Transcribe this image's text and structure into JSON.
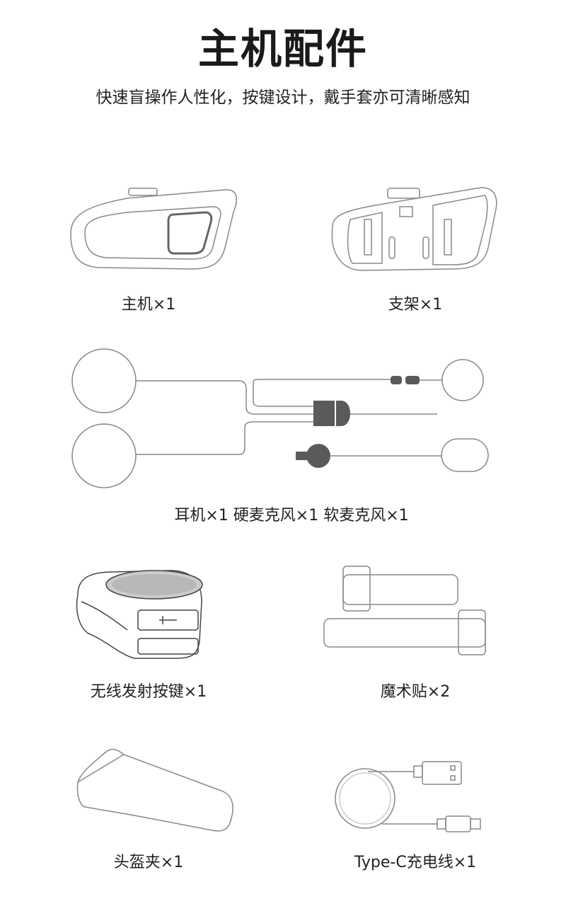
{
  "header": {
    "title": "主机配件",
    "subtitle": "快速盲操作人性化，按键设计，戴手套亦可清晰感知"
  },
  "items": [
    {
      "label": "主机×1",
      "icon": "host-device"
    },
    {
      "label": "支架×1",
      "icon": "mount-bracket"
    },
    {
      "label": "耳机×1 硬麦克风×1 软麦克风×1",
      "icon": "earphones-microphones"
    },
    {
      "label": "无线发射按键×1",
      "icon": "wireless-remote-button"
    },
    {
      "label": "魔术贴×2",
      "icon": "velcro-strips"
    },
    {
      "label": "头盔夹×1",
      "icon": "helmet-clip"
    },
    {
      "label": "Type-C充电线×1",
      "icon": "type-c-cable"
    }
  ],
  "colors": {
    "line": "#888888",
    "dark": "#5a5a5a",
    "text": "#1a1a1a"
  }
}
